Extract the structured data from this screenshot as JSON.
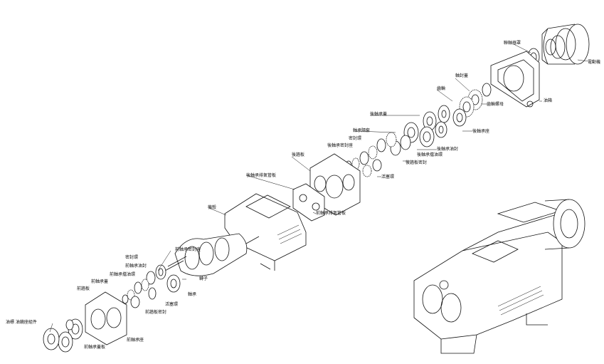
{
  "labels": {
    "motor": "電動機",
    "coupling_cover": "聯軸器罩",
    "shaft_seal_cover": "軸封蓋",
    "oil_tank": "油箱",
    "gear": "齒輪",
    "gear_nut": "齒輪螺母",
    "rear_bearing_housing": "後軸承座",
    "rear_bearing_cover": "後軸承蓋",
    "bearing_spacer": "軸承隔套",
    "seal_ring_a": "密封環",
    "rear_oil_seal": "後軸承油封",
    "rear_oil_ring": "後軸承擋油環",
    "rear_seal_seat": "後軸承密封座",
    "rear_wall_plate": "後牆板",
    "rear_plate_seal": "後牆板密封",
    "piston_ring_r": "活塞環",
    "rear_exhaust_plate": "後軸承排氣管板",
    "housing": "機殼",
    "rotor": "轉子",
    "front_seal_seat": "前軸承密封座",
    "front_oil_seal": "前軸承油封",
    "front_oil_ring": "前軸承擋油環",
    "seal_ring_f": "密封環",
    "front_bearing_cover": "前軸承蓋",
    "front_exhaust_plate": "前軸承排氣管板",
    "bearing": "軸承",
    "piston_ring_f": "活塞環",
    "front_plate_seal": "前牆板密封",
    "front_wall_plate": "前牆板",
    "front_bearing_housing": "前軸承座",
    "front_cover_plate": "前軸承蓋板",
    "oil_gauge": "油標 油鏡座組件"
  }
}
